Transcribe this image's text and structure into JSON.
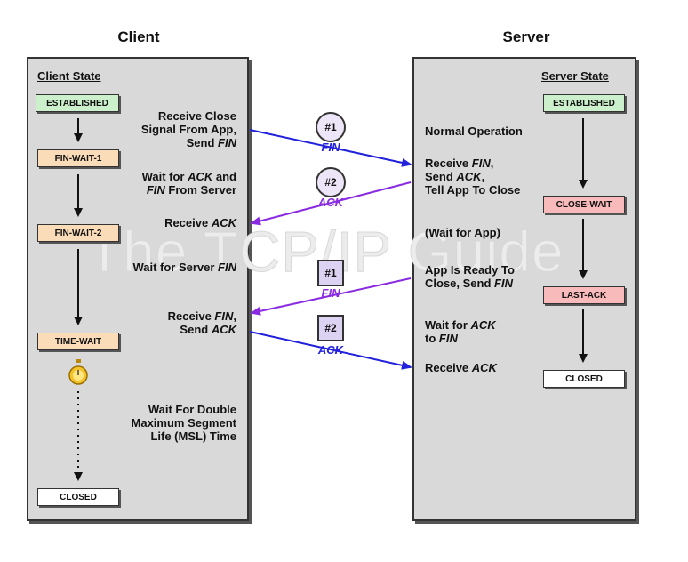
{
  "client": {
    "title": "Client",
    "state_heading": "Client State",
    "states": [
      "ESTABLISHED",
      "FIN-WAIT-1",
      "FIN-WAIT-2",
      "TIME-WAIT",
      "CLOSED"
    ],
    "notes": [
      {
        "plain": "Receive Close\nSignal From App,\nSend ",
        "italic": "FIN",
        "after": ""
      },
      {
        "plain": "Wait for ",
        "italic": "ACK",
        "after": " and\n"
      },
      {
        "plain": "Receive ",
        "italic": "ACK",
        "after": ""
      },
      {
        "plain": "Wait for Server ",
        "italic": "FIN",
        "after": ""
      },
      {
        "plain": "Receive ",
        "italic": "FIN",
        "after": ",\nSend "
      },
      {
        "plain": "Wait For Double\nMaximum Segment\nLife (MSL) Time",
        "italic": "",
        "after": ""
      }
    ],
    "note2_line2_italic": "FIN",
    "note2_line2_rest": " From Server",
    "note5_tail_italic": "ACK"
  },
  "server": {
    "title": "Server",
    "state_heading": "Server State",
    "states": [
      "ESTABLISHED",
      "CLOSE-WAIT",
      "LAST-ACK",
      "CLOSED"
    ],
    "n1": "Normal Operation",
    "n2_a": "Receive ",
    "n2_b": "FIN",
    "n2_c": ",",
    "n2_d": "Send ",
    "n2_e": "ACK",
    "n2_f": ",",
    "n2_g": "Tell App To Close",
    "n3": "(Wait for App)",
    "n4_a": "App Is Ready To",
    "n4_b": "Close, Send ",
    "n4_c": "FIN",
    "n5_a": "Wait for ",
    "n5_b": "ACK",
    "n5_c": "to ",
    "n5_d": "FIN",
    "n6_a": "Receive ",
    "n6_b": "ACK"
  },
  "messages": [
    {
      "badge": "#1",
      "label": "FIN",
      "color": "#2222dd"
    },
    {
      "badge": "#2",
      "label": "ACK",
      "color": "#8a2be2"
    },
    {
      "badge": "#1",
      "label": "FIN",
      "color": "#8a2be2"
    },
    {
      "badge": "#2",
      "label": "ACK",
      "color": "#2222dd"
    }
  ],
  "watermark": "The TCP/IP Guide",
  "colors": {
    "blue_arrow": "#2222dd",
    "purple_arrow": "#8a2be2",
    "flow_arrow": "#111111"
  },
  "timer_icon": "stopwatch-icon"
}
